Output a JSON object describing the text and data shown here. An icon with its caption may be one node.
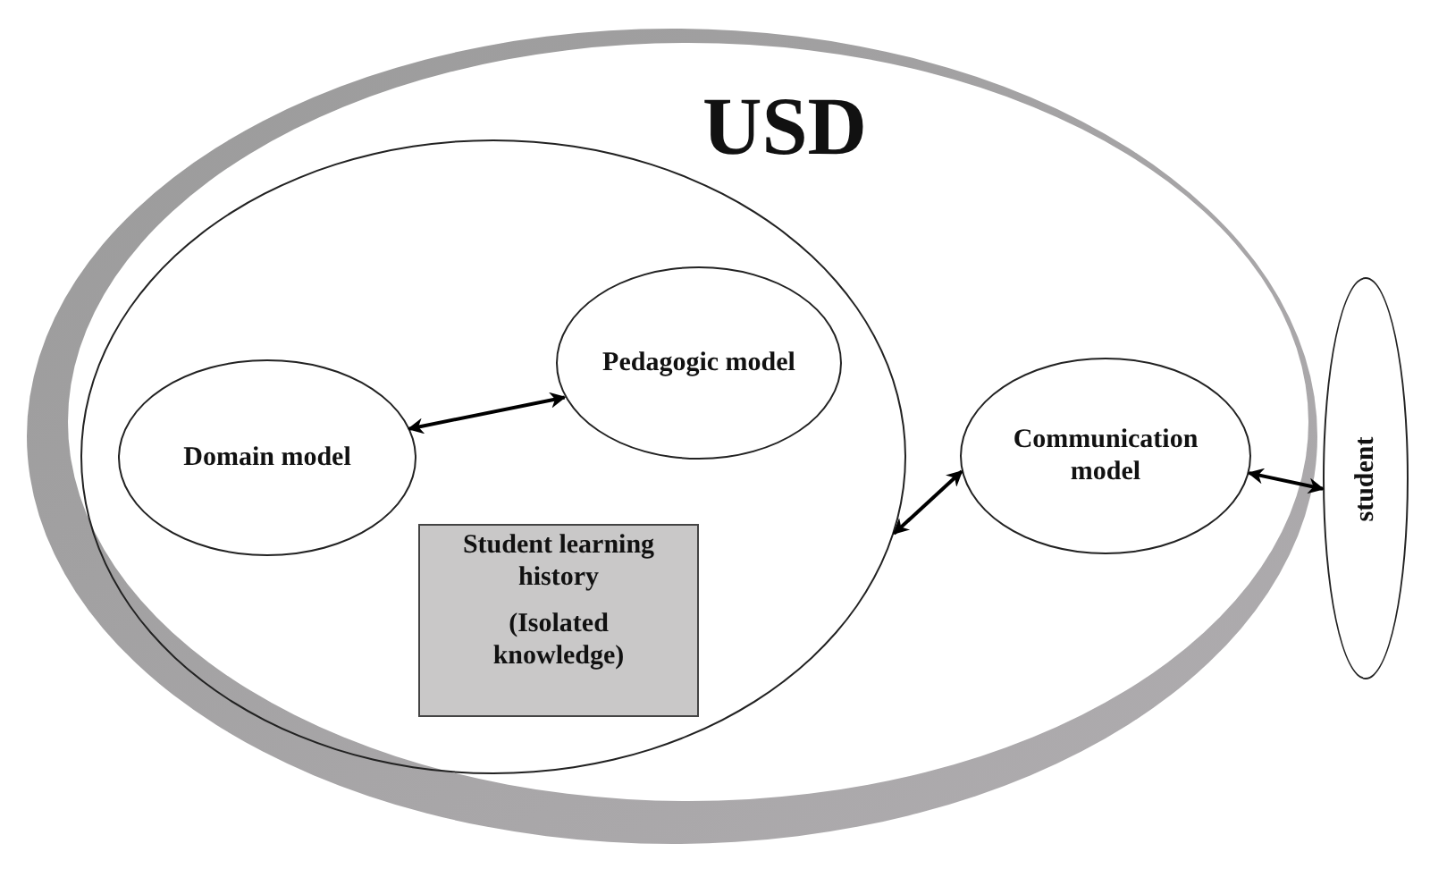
{
  "diagram": {
    "nodes": [
      {
        "text": [
          "USD"
        ]
      },
      {
        "text": [],
        "shape": "ellipse",
        "in": 0
      },
      {
        "text": [
          "Domain model"
        ],
        "in": 1
      },
      {
        "text": [
          "Pedagogic model"
        ],
        "in": 1
      },
      {
        "text": [
          "Student learning history",
          "(Isolated knowledge)"
        ],
        "in": 1
      },
      {
        "text": [
          "Communication model"
        ],
        "in": 0
      },
      {
        "text": [
          "student"
        ]
      }
    ],
    "edges": [
      {
        "from": 2,
        "to": 3,
        "arrow": "both"
      },
      {
        "from": 1,
        "to": 5,
        "arrow": "both"
      },
      {
        "from": 5,
        "to": 6,
        "arrow": "both"
      }
    ]
  }
}
